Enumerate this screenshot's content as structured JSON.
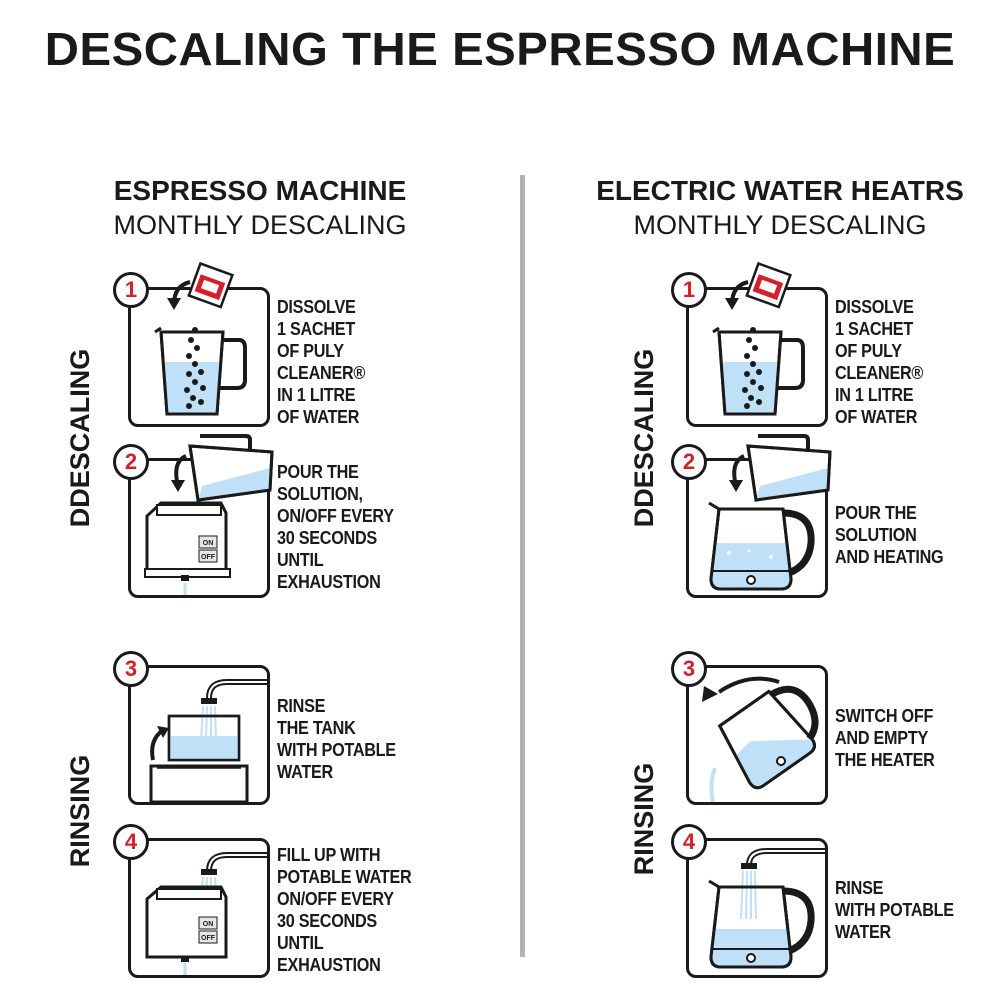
{
  "title": "DESCALING THE ESPRESSO MACHINE",
  "colors": {
    "accent": "#d4202a",
    "water": "#bfe0f7",
    "divider": "#b3b3b3",
    "ink": "#1a1a1a"
  },
  "left_column": {
    "heading_line1": "ESPRESSO MACHINE",
    "heading_line2": "MONTHLY DESCALING",
    "section_descaling": "DDESCALING",
    "section_rinsing": "RINSING",
    "steps": [
      {
        "number": "1",
        "text": "DISSOLVE\n1 SACHET\nOF PULY\nCLEANER®\nIN 1 LITRE\nOF WATER",
        "icon": "jug-with-sachet-icon"
      },
      {
        "number": "2",
        "text": "POUR THE\nSOLUTION,\nON/OFF EVERY\n30 SECONDS\nUNTIL\nEXHAUSTION",
        "icon": "pour-into-machine-icon",
        "switch_on": "ON",
        "switch_off": "OFF"
      },
      {
        "number": "3",
        "text": "RINSE\nTHE TANK\nWITH POTABLE\nWATER",
        "icon": "rinse-tank-icon"
      },
      {
        "number": "4",
        "text": "FILL UP WITH\nPOTABLE WATER\nON/OFF EVERY\n30 SECONDS\nUNTIL\nEXHAUSTION",
        "icon": "fill-machine-icon",
        "switch_on": "ON",
        "switch_off": "OFF"
      }
    ]
  },
  "right_column": {
    "heading_line1": "ELECTRIC WATER HEATRS",
    "heading_line2": "MONTHLY DESCALING",
    "section_descaling": "DDESCALING",
    "section_rinsing": "RINSING",
    "steps": [
      {
        "number": "1",
        "text": "DISSOLVE\n1 SACHET\nOF PULY\nCLEANER®\nIN 1 LITRE\nOF WATER",
        "icon": "jug-with-sachet-icon"
      },
      {
        "number": "2",
        "text": "POUR THE\nSOLUTION\nAND HEATING",
        "icon": "pour-into-kettle-icon"
      },
      {
        "number": "3",
        "text": "SWITCH OFF\nAND EMPTY\nTHE HEATER",
        "icon": "empty-kettle-icon"
      },
      {
        "number": "4",
        "text": "RINSE\nWITH POTABLE\nWATER",
        "icon": "rinse-kettle-icon"
      }
    ]
  }
}
